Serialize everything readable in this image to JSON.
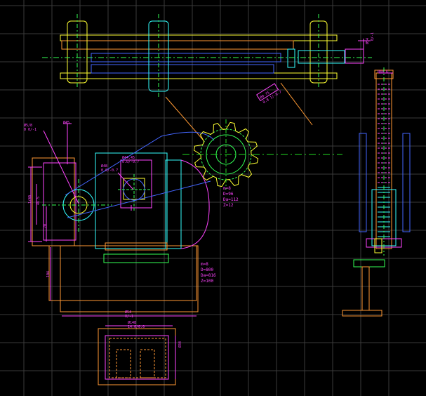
{
  "drawing": {
    "background": "#000000",
    "grid_color": "#3a3a3a",
    "colors": {
      "yellow": "#ffff33",
      "cyan": "#33ffff",
      "blue": "#4466ff",
      "magenta": "#ff44ff",
      "orange": "#ff9933",
      "green": "#33ff55",
      "white": "#ffffff",
      "center_green": "#22dd22"
    }
  },
  "dimensions": {
    "top_right_dia": "Ø54",
    "top_right_fit": "0/-1",
    "bore_r": "Ø0.75",
    "bore_r2": "0.8 1/-0.7",
    "left_a": "Ø5/8",
    "left_b": "0 0/-1",
    "slot_a": "Ø48",
    "slot_b": "0.0/-0.7",
    "ring_a": "Ø44.45",
    "ring_b": "0.0/-0.7",
    "ring_small": "Ø1.5",
    "ring_tol": "0.1 0/-0.1",
    "left_v1": "1/40",
    "left_v2": "46.5",
    "left_v3": "Ø45",
    "left_v4": "70",
    "left_v5": "104",
    "bottom_w1": "Ø54",
    "bottom_w2": "0/-1",
    "foot_w1": "Ø148",
    "foot_w2": "14.0/0.0",
    "foot_v": "Ø34",
    "right_top": "Ø44.6",
    "right_top2": "0/-0.5"
  },
  "gear_small": {
    "m": "m=8",
    "d": "D=96",
    "da": "Da=112",
    "z": "Z=12"
  },
  "gear_large": {
    "m": "m=8",
    "d": "D=800",
    "da": "Da=816",
    "z": "Z=100"
  }
}
